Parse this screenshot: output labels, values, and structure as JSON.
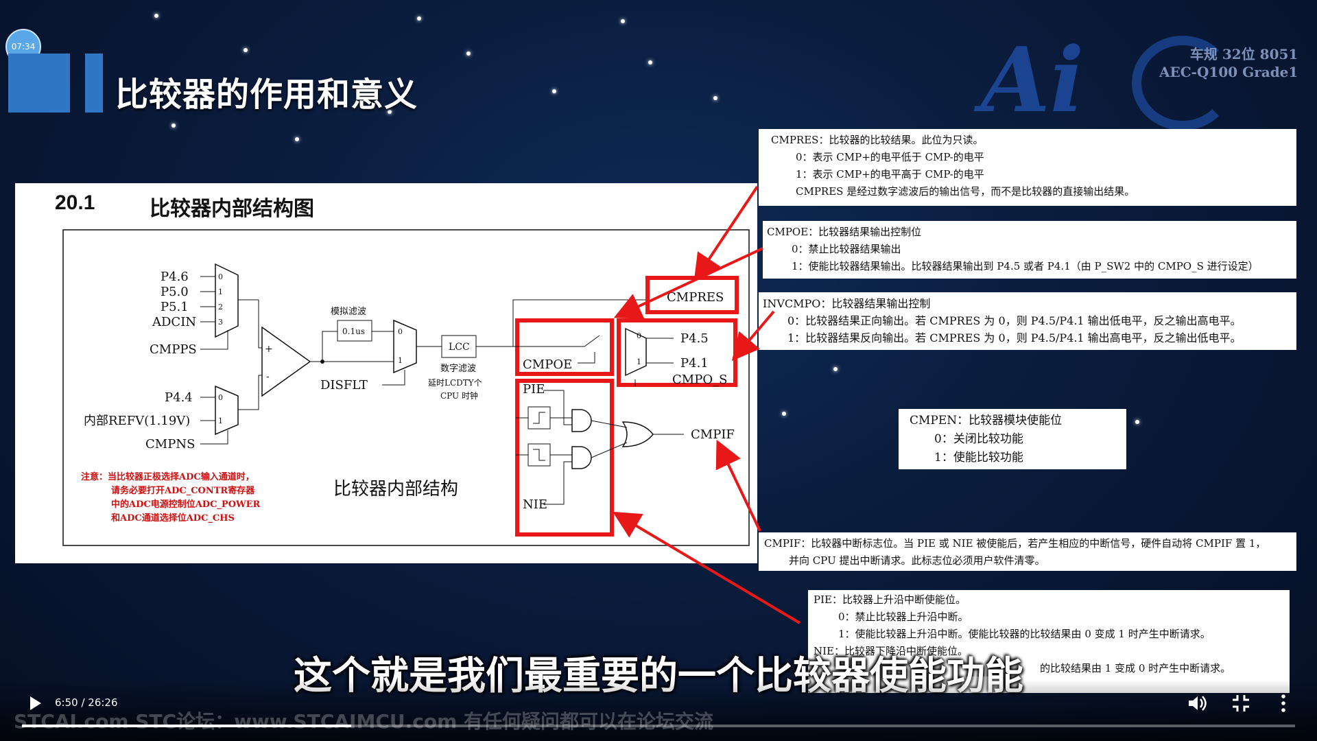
{
  "player": {
    "timer_badge": "07:34",
    "time_display": "6:50 / 26:26",
    "progress": 0.2585,
    "controls": [
      "play-icon",
      "volume-icon",
      "fullscreen-exit-icon",
      "more-icon"
    ]
  },
  "slide": {
    "title": "比较器的作用和意义",
    "logo": {
      "text": "Ai",
      "line1": "车规 32位 8051",
      "line2": "AEC-Q100 Grade1"
    },
    "section_number": "20.1",
    "section_title": "比较器内部结构图",
    "diagram": {
      "inputs_pos": [
        "P4.6",
        "P5.0",
        "P5.1",
        "ADCIN"
      ],
      "mux_idx_pos": [
        "0",
        "1",
        "2",
        "3"
      ],
      "cmpps": "CMPPS",
      "inputs_neg": [
        "P4.4",
        "内部REFV(1.19V)"
      ],
      "mux_idx_neg": [
        "0",
        "1"
      ],
      "cmpns": "CMPNS",
      "plus": "+",
      "minus": "-",
      "analog_filter": "模拟滤波",
      "filter_time": "0.1us",
      "disflt": "DISFLT",
      "mux2_idx": [
        "0",
        "1"
      ],
      "lcc": "LCC",
      "digital_filter": "数字滤波",
      "delay_note_1": "延时LCDTY个",
      "delay_note_2": "CPU 时钟",
      "cmpres": "CMPRES",
      "cmpoe": "CMPOE",
      "out_idx": [
        "0",
        "1"
      ],
      "out_pins": [
        "P4.5",
        "P4.1"
      ],
      "cmpo_s": "CMPO_S",
      "pie": "PIE",
      "nie": "NIE",
      "cmpif": "CMPIF",
      "caption": "比较器内部结构",
      "warning": [
        "注意：当比较器正极选择ADC输入通道时，",
        "请务必要打开ADC_CONTR寄存器",
        "中的ADC电源控制位ADC_POWER",
        "和ADC通道选择位ADC_CHS"
      ]
    },
    "notes": {
      "cmpres": [
        "CMPRES：比较器的比较结果。此位为只读。",
        "0：表示 CMP+的电平低于 CMP-的电平",
        "1：表示 CMP+的电平高于 CMP-的电平",
        "CMPRES 是经过数字滤波后的输出信号，而不是比较器的直接输出结果。"
      ],
      "cmpoe": [
        "CMPOE：比较器结果输出控制位",
        "0：禁止比较器结果输出",
        "1：使能比较器结果输出。比较器结果输出到 P4.5 或者 P4.1（由 P_SW2 中的 CMPO_S 进行设定）"
      ],
      "invcmpo": [
        "INVCMPO：比较器结果输出控制",
        "0：比较器结果正向输出。若 CMPRES 为 0，则 P4.5/P4.1 输出低电平，反之输出高电平。",
        "1：比较器结果反向输出。若 CMPRES 为 0，则 P4.5/P4.1 输出高电平，反之输出低电平。"
      ],
      "cmpen": [
        "CMPEN：比较器模块使能位",
        "0：关闭比较功能",
        "1：使能比较功能"
      ],
      "cmpif": [
        "CMPIF：比较器中断标志位。当 PIE 或 NIE 被使能后，若产生相应的中断信号，硬件自动将 CMPIF 置 1，",
        "并向 CPU 提出中断请求。此标志位必须用户软件清零。"
      ],
      "pie": [
        "PIE：比较器上升沿中断使能位。",
        "0：禁止比较器上升沿中断。",
        "1：使能比较器上升沿中断。使能比较器的比较结果由 0 变成 1 时产生中断请求。",
        "NIE：比较器下降沿中断使能位。",
        "的比较结果由 1 变成 0 时产生中断请求。"
      ]
    }
  },
  "subtitle": "这个就是我们最重要的一个比较器使能功能",
  "watermark": "STCAI.com     STC论坛：www.STCAIMCU.com     有任何疑问都可以在论坛交流",
  "colors": {
    "highlight": "#e81818",
    "accent": "#2f76c4"
  }
}
